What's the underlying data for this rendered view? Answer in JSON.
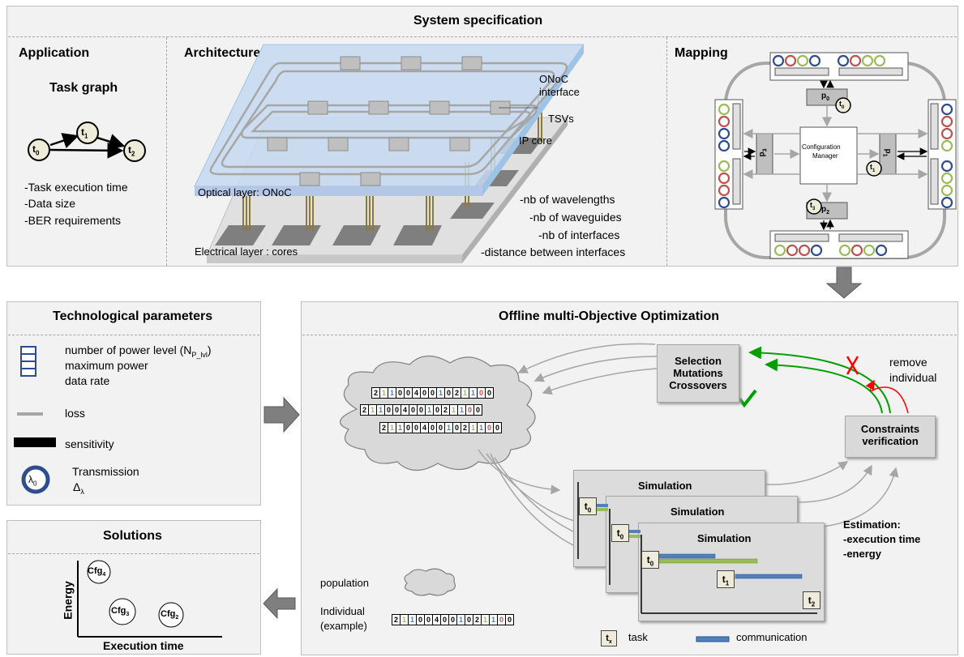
{
  "system_spec": {
    "title": "System specification",
    "application": {
      "title": "Application",
      "subtitle": "Task graph",
      "tasks": [
        "t0",
        "t1",
        "t2"
      ],
      "bullets": [
        "-Task execution time",
        "-Data size",
        "-BER requirements"
      ]
    },
    "architecture": {
      "title": "Architecture",
      "labels": {
        "onoc_interface_1": "ONoC",
        "onoc_interface_2": "interface",
        "tsvs": "TSVs",
        "ip_core": "IP core",
        "optical_layer": "Optical layer: ONoC",
        "electrical_layer": "Electrical layer : cores"
      },
      "bullets": [
        "-nb of wavelengths",
        "-nb of waveguides",
        "-nb of interfaces",
        "-distance between interfaces"
      ]
    },
    "mapping": {
      "title": "Mapping",
      "manager_1": "Configuration",
      "manager_2": "Manager",
      "procs": [
        "p0",
        "p1",
        "p2",
        "p3"
      ],
      "tasks": [
        "t0",
        "t1",
        "t3"
      ]
    }
  },
  "tech_params": {
    "title": "Technological parameters",
    "items": [
      "number of power level (N",
      "P_lvl",
      ")",
      "maximum power",
      "data rate",
      "loss",
      "sensitivity",
      "Transmission",
      "λ0",
      "Δλ"
    ]
  },
  "solutions": {
    "title": "Solutions",
    "y_label": "Energy",
    "x_label": "Execution time",
    "configs": [
      "Cfg4",
      "Cfg3",
      "Cfg2"
    ]
  },
  "optimization": {
    "title": "Offline multi-Objective Optimization",
    "selection": [
      "Selection",
      "Mutations",
      "Crossovers"
    ],
    "remove": [
      "remove",
      "individual"
    ],
    "constraints": [
      "Constraints",
      "verification"
    ],
    "simulation": "Simulation",
    "estimation": [
      "Estimation:",
      "-execution time",
      "-energy"
    ],
    "legend": {
      "population": "population",
      "individual_1": "Individual",
      "individual_2": "(example)",
      "task": "task",
      "communication": "communication"
    },
    "genome": [
      "2",
      "1",
      "1",
      "0",
      "0",
      "4",
      "0",
      "0",
      "1",
      "0",
      "2",
      "1",
      "1",
      "0",
      "0"
    ]
  },
  "colors": {
    "panel_bg": "#f2f2f2",
    "blue": "#4f81bd",
    "green": "#9bbb59",
    "red": "#c0504d",
    "dark_green": "#00a000",
    "red_x": "#ff0000"
  }
}
